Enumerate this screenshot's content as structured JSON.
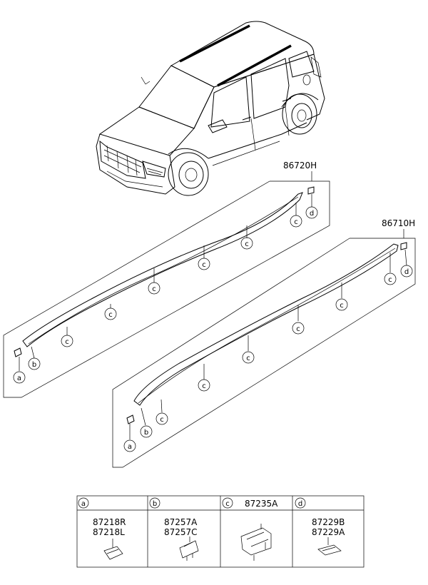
{
  "assemblies": {
    "upper": {
      "part_number": "86720H"
    },
    "lower": {
      "part_number": "86710H"
    }
  },
  "callouts": {
    "a": "a",
    "b": "b",
    "c": "c",
    "d": "d"
  },
  "legend": [
    {
      "letter": "a",
      "parts": [
        "87218R",
        "87218L"
      ]
    },
    {
      "letter": "b",
      "parts": [
        "87257A",
        "87257C"
      ]
    },
    {
      "letter": "c",
      "parts": [
        "87235A"
      ]
    },
    {
      "letter": "d",
      "parts": [
        "87229B",
        "87229A"
      ]
    }
  ]
}
